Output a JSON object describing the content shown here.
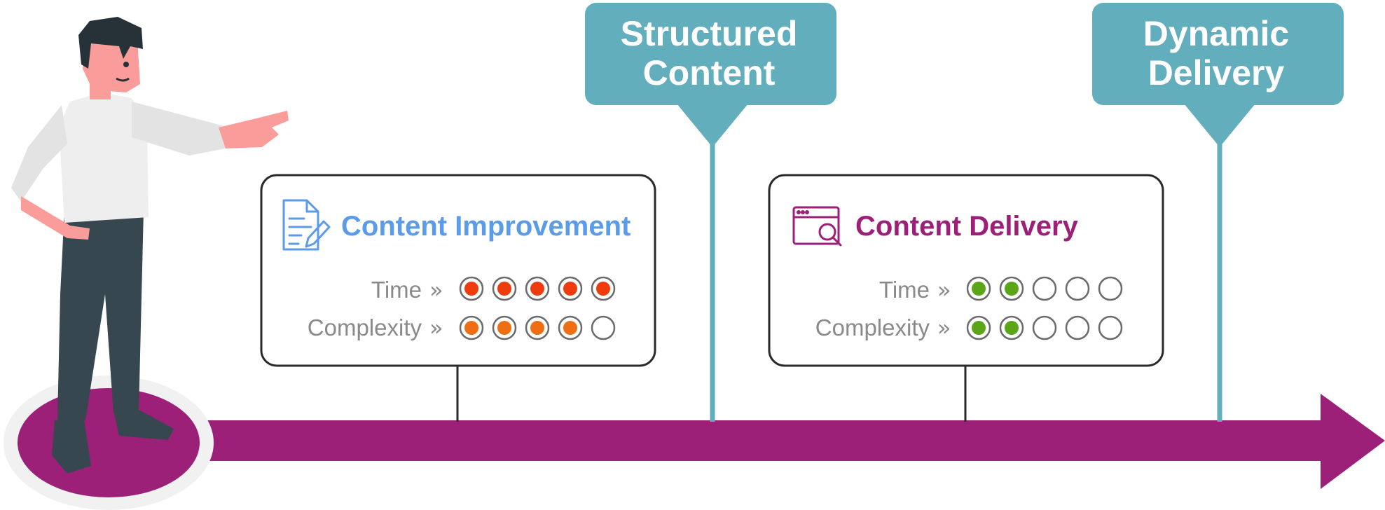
{
  "colors": {
    "timeline": "#9c1f78",
    "milestone": "#62aebd",
    "card_border": "#2a2a2a",
    "improvement_title": "#5b9be8",
    "delivery_title": "#9c1f78",
    "dot_red": "#ee3c0e",
    "dot_orange": "#ef6e14",
    "dot_green": "#5aa618",
    "metric_text": "#8a8a8a"
  },
  "milestones": [
    {
      "lines": [
        "Structured",
        "Content"
      ]
    },
    {
      "lines": [
        "Dynamic",
        "Delivery"
      ]
    }
  ],
  "cards": [
    {
      "title": "Content Improvement",
      "icon": "document-pencil-icon",
      "metrics": [
        {
          "label": "Time",
          "filled": 5,
          "total": 5,
          "color": "#ee3c0e"
        },
        {
          "label": "Complexity",
          "filled": 4,
          "total": 5,
          "color": "#ef6e14"
        }
      ]
    },
    {
      "title": "Content Delivery",
      "icon": "browser-search-icon",
      "metrics": [
        {
          "label": "Time",
          "filled": 2,
          "total": 5,
          "color": "#5aa618"
        },
        {
          "label": "Complexity",
          "filled": 2,
          "total": 5,
          "color": "#5aa618"
        }
      ]
    }
  ],
  "separator": "»",
  "illustration": "person-pointing-illustration"
}
